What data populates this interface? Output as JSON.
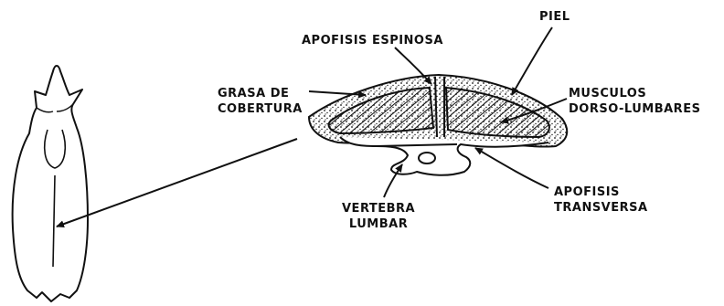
{
  "labels": {
    "apofisis_espinosa": "APOFISIS ESPINOSA",
    "piel": "PIEL",
    "grasa_de_cobertura": [
      "GRASA DE",
      "COBERTURA"
    ],
    "musculos_dorso_lumbares": [
      "MUSCULOS",
      "DORSO-LUMBARES"
    ],
    "vertebra_lumbar": [
      "VERTEBRA",
      "LUMBAR"
    ],
    "apofisis_transversa": [
      "APOFISIS",
      "TRANSVERSA"
    ]
  },
  "colors": {
    "ink": "#111111",
    "background": "#ffffff"
  }
}
